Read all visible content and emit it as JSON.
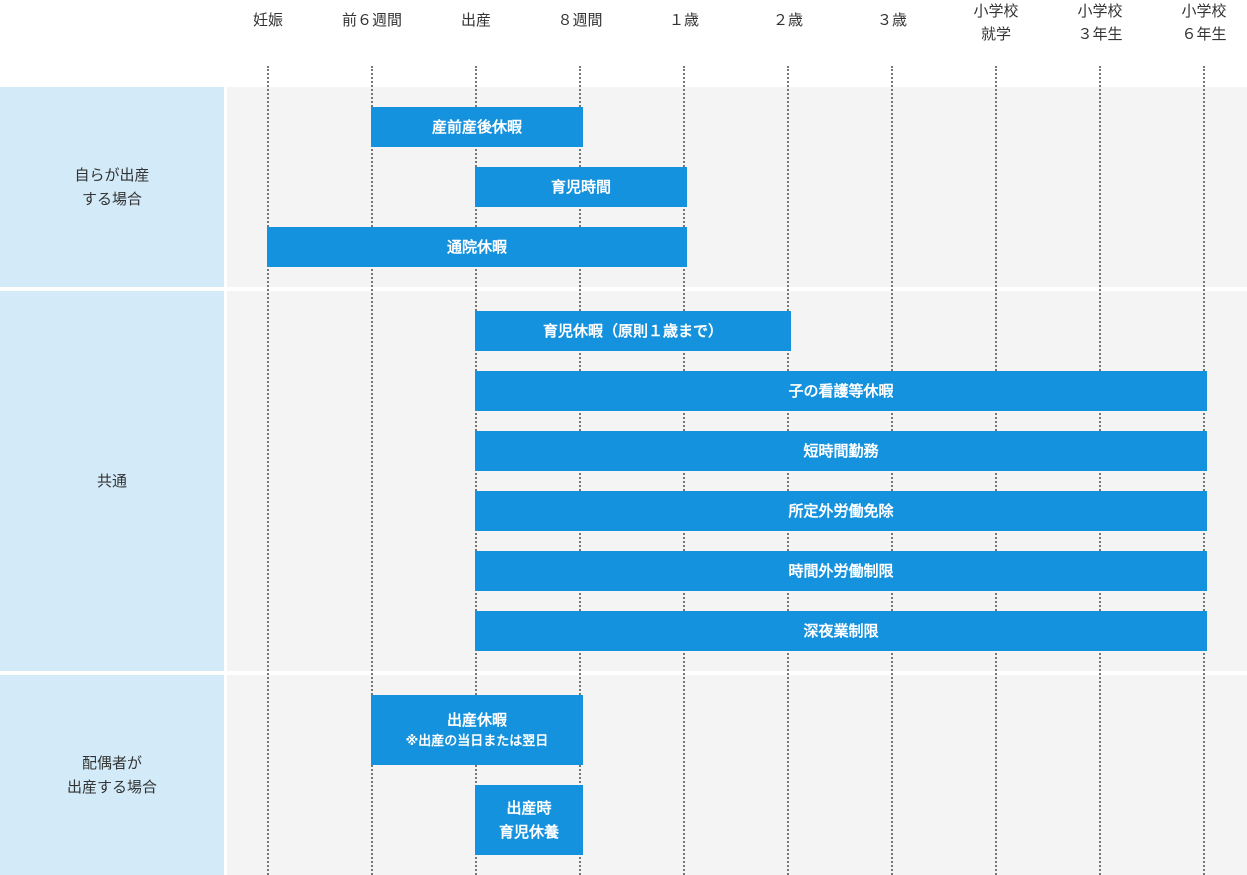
{
  "timeline": {
    "ticks": [
      {
        "id": "pregnancy",
        "label": "妊娠"
      },
      {
        "id": "pre6w",
        "label": "前６週間"
      },
      {
        "id": "birth",
        "label": "出産"
      },
      {
        "id": "w8",
        "label": "８週間"
      },
      {
        "id": "y1",
        "label": "１歳"
      },
      {
        "id": "y2",
        "label": "２歳"
      },
      {
        "id": "y3",
        "label": "３歳"
      },
      {
        "id": "school_entry",
        "label": "小学校\n就学"
      },
      {
        "id": "grade3",
        "label": "小学校\n３年生"
      },
      {
        "id": "grade6",
        "label": "小学校\n６年生"
      }
    ]
  },
  "sections": [
    {
      "id": "self-birth",
      "label": "自らが出産\nする場合"
    },
    {
      "id": "common",
      "label": "共通"
    },
    {
      "id": "spouse-birth",
      "label": "配偶者が\n出産する場合"
    }
  ],
  "bars": [
    {
      "id": "maternity-leave",
      "section": "self-birth",
      "label": "産前産後休暇",
      "start": "pre6w",
      "end": "w8"
    },
    {
      "id": "childcare-time",
      "section": "self-birth",
      "label": "育児時間",
      "start": "birth",
      "end": "y1"
    },
    {
      "id": "hospital-visit-leave",
      "section": "self-birth",
      "label": "通院休暇",
      "start": "pregnancy",
      "end": "y1"
    },
    {
      "id": "childcare-leave",
      "section": "common",
      "label": "育児休暇（原則１歳まで）",
      "start": "birth",
      "end": "y2"
    },
    {
      "id": "child-nursing-leave",
      "section": "common",
      "label": "子の看護等休暇",
      "start": "birth",
      "end": "grade6"
    },
    {
      "id": "short-hours",
      "section": "common",
      "label": "短時間勤務",
      "start": "birth",
      "end": "grade6"
    },
    {
      "id": "overtime-exemption",
      "section": "common",
      "label": "所定外労働免除",
      "start": "birth",
      "end": "grade6"
    },
    {
      "id": "overtime-limit",
      "section": "common",
      "label": "時間外労働制限",
      "start": "birth",
      "end": "grade6"
    },
    {
      "id": "night-work-limit",
      "section": "common",
      "label": "深夜業制限",
      "start": "birth",
      "end": "grade6"
    },
    {
      "id": "birth-leave",
      "section": "spouse-birth",
      "label": "出産休暇",
      "note": "※出産の当日または翌日",
      "start": "pre6w",
      "end": "w8"
    },
    {
      "id": "birth-childcare-leave",
      "section": "spouse-birth",
      "label": "出産時\n育児休養",
      "start": "birth",
      "end": "w8"
    }
  ]
}
